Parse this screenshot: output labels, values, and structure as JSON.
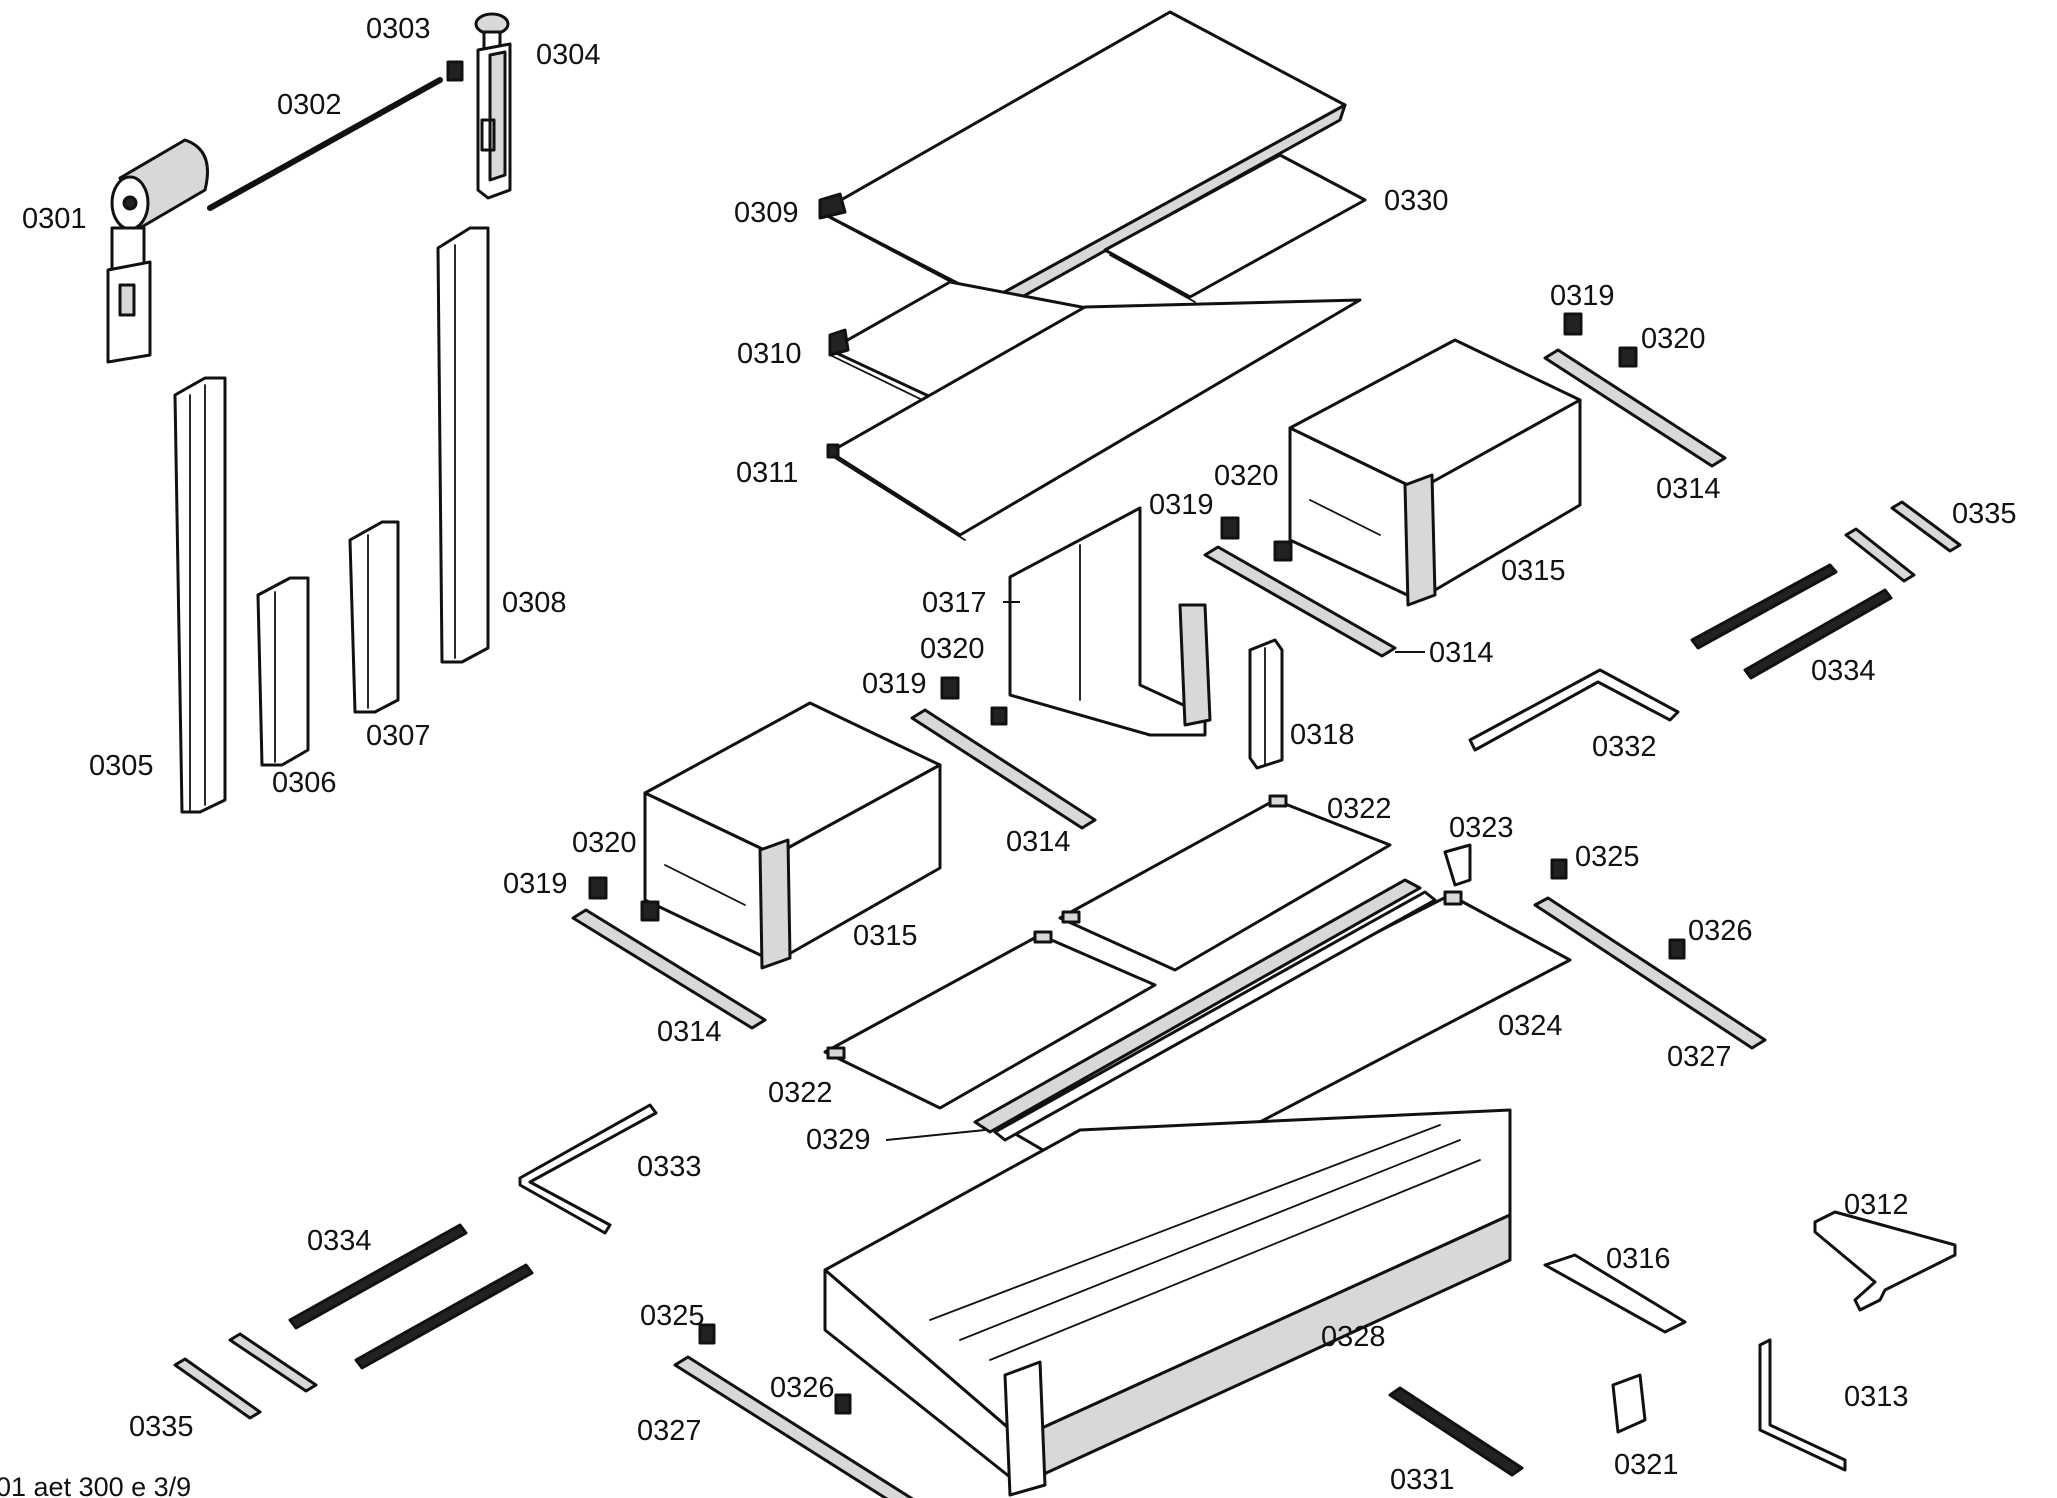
{
  "diagram": {
    "footer_text": "01 aet 300 e 3/9",
    "labels": {
      "p0301": "0301",
      "p0302": "0302",
      "p0303": "0303",
      "p0304": "0304",
      "p0305": "0305",
      "p0306": "0306",
      "p0307": "0307",
      "p0308": "0308",
      "p0309": "0309",
      "p0310": "0310",
      "p0311": "0311",
      "p0312": "0312",
      "p0313": "0313",
      "p0314": "0314",
      "p0315": "0315",
      "p0316": "0316",
      "p0317": "0317",
      "p0318": "0318",
      "p0319": "0319",
      "p0320": "0320",
      "p0321": "0321",
      "p0322": "0322",
      "p0323": "0323",
      "p0324": "0324",
      "p0325": "0325",
      "p0326": "0326",
      "p0327": "0327",
      "p0328": "0328",
      "p0329": "0329",
      "p0330": "0330",
      "p0331": "0331",
      "p0332": "0332",
      "p0333": "0333",
      "p0334": "0334",
      "p0335": "0335"
    }
  }
}
